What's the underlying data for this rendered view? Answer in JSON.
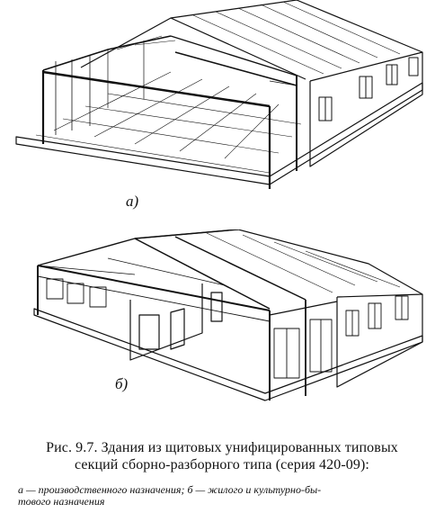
{
  "figure": {
    "label_a": "а)",
    "label_b": "б)",
    "caption_line1": "Рис. 9.7. Здания из щитовых унифицированных типовых",
    "caption_line2": "секций сборно-разборного типа (серия 420-09):",
    "legend_line1": "а — производственного назначения; б — жилого и культурно-бы-",
    "legend_line2": "тового назначения"
  },
  "colors": {
    "ink": "#111111",
    "paper": "#ffffff"
  }
}
